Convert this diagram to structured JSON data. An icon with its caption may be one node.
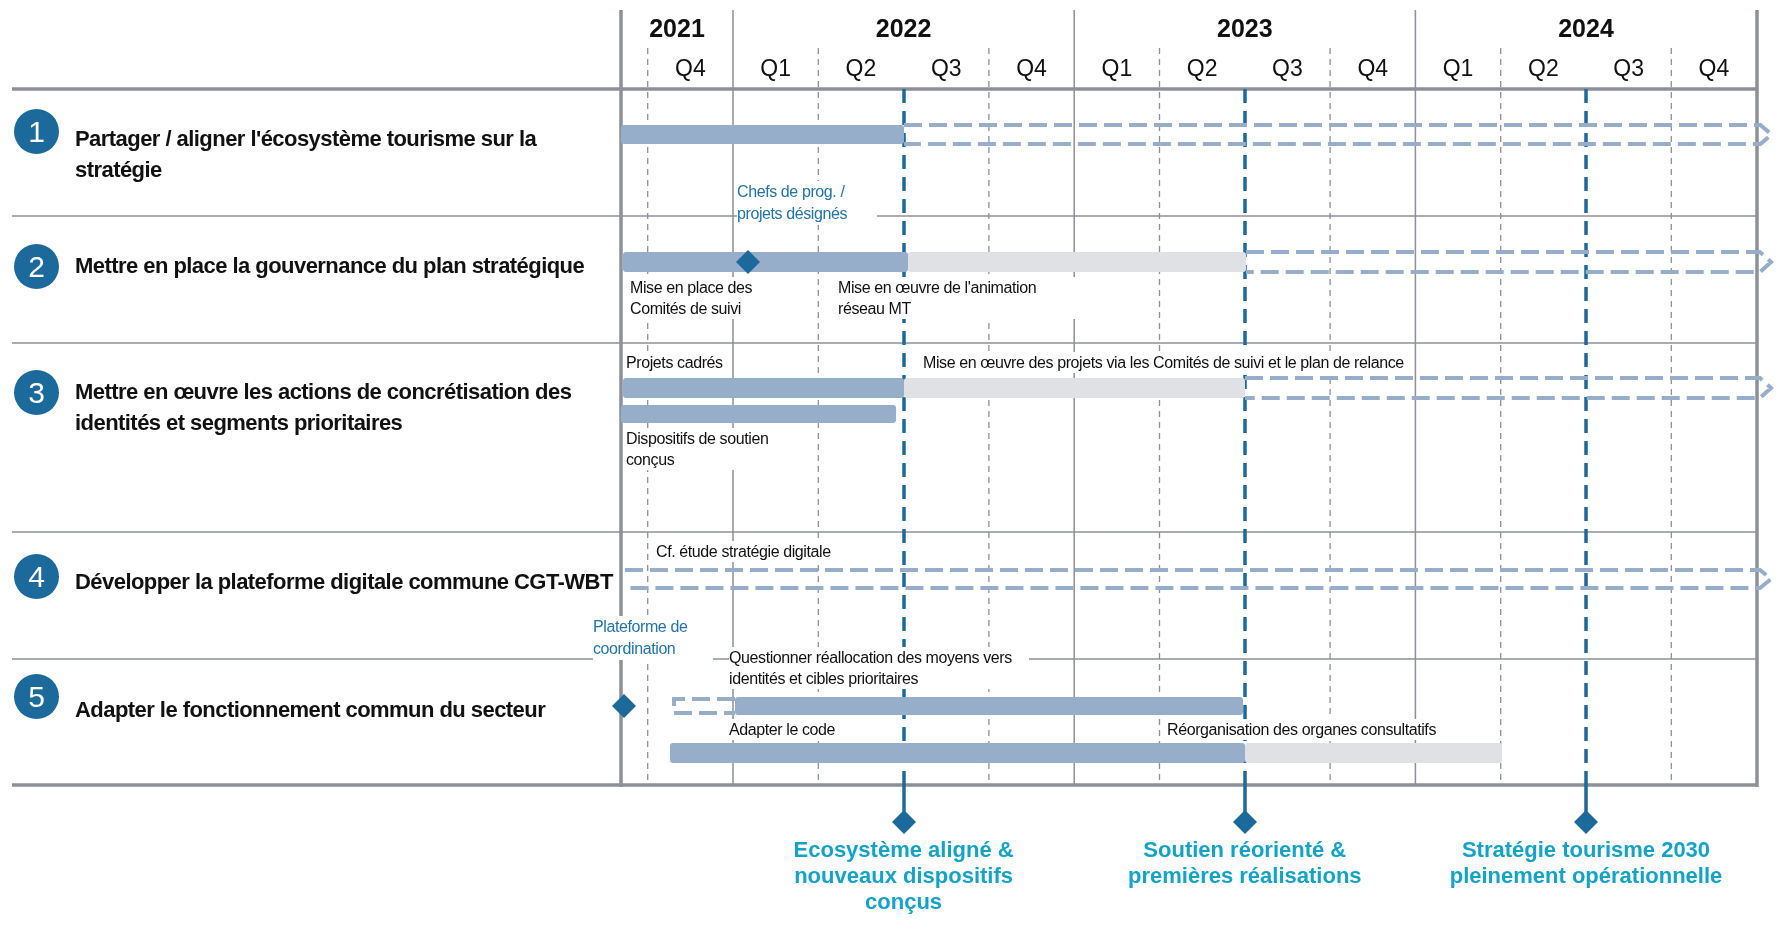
{
  "diagram": {
    "nodes": [
      {
        "text": [
          "1"
        ],
        "beside": [
          "Partager / aligner l'écosystème tourisme sur la stratégie"
        ]
      },
      {
        "text": [],
        "shape": "bar"
      },
      {
        "text": [],
        "shape": "arrow"
      },
      {
        "text": [
          "2"
        ],
        "beside": [
          "Mettre en place la gouvernance du plan stratégique"
        ]
      },
      {
        "text": [],
        "shape": "bar",
        "beside": [
          "Mise en place des Comités de suivi"
        ]
      },
      {
        "text": [],
        "shape": "bar",
        "beside": [
          "Mise en œuvre de l'animation réseau MT"
        ]
      },
      {
        "text": [],
        "shape": "arrow"
      },
      {
        "text": [
          "3"
        ],
        "beside": [
          "Mettre en œuvre les actions de concrétisation des identités et segments prioritaires"
        ]
      },
      {
        "text": [],
        "shape": "bar",
        "beside": [
          "Projets cadrés"
        ]
      },
      {
        "text": [],
        "shape": "bar",
        "beside": [
          "Mise en œuvre des projets via les Comités de suivi et le plan de relance"
        ]
      },
      {
        "text": [],
        "shape": "arrow"
      },
      {
        "text": [],
        "shape": "bar",
        "beside": [
          "Dispositifs de soutien conçus"
        ]
      },
      {
        "text": [
          "4"
        ],
        "beside": [
          "Développer la plateforme digitale commune CGT-WBT"
        ]
      },
      {
        "text": [],
        "shape": "arrow",
        "beside": [
          "Cf. étude stratégie digitale"
        ]
      },
      {
        "text": [
          "5"
        ],
        "beside": [
          "Adapter le fonctionnement commun du secteur"
        ]
      },
      {
        "text": [],
        "shape": "box"
      },
      {
        "text": [],
        "shape": "bar",
        "beside": [
          "Questionner réallocation des moyens vers identités et cibles prioritaires"
        ]
      },
      {
        "text": [],
        "shape": "bar",
        "beside": [
          "Adapter le code"
        ]
      },
      {
        "text": [],
        "shape": "bar",
        "beside": [
          "Réorganisation des organes consultatifs"
        ]
      },
      {
        "text": [
          "Ecosystème aligné & nouveaux dispositifs conçus"
        ]
      },
      {
        "text": [
          "Soutien réorienté & premières réalisations"
        ]
      },
      {
        "text": [
          "Stratégie tourisme 2030 pleinement opérationnelle"
        ]
      }
    ],
    "labels": [
      "2021",
      "2022",
      "2023",
      "2024",
      "Q4",
      "Q1",
      "Q2",
      "Q3",
      "Q4",
      "Q1",
      "Q2",
      "Q3",
      "Q4",
      "Q1",
      "Q2",
      "Q3",
      "Q4",
      "Chefs de prog. / projets désignés",
      "Plateforme de coordination"
    ]
  }
}
